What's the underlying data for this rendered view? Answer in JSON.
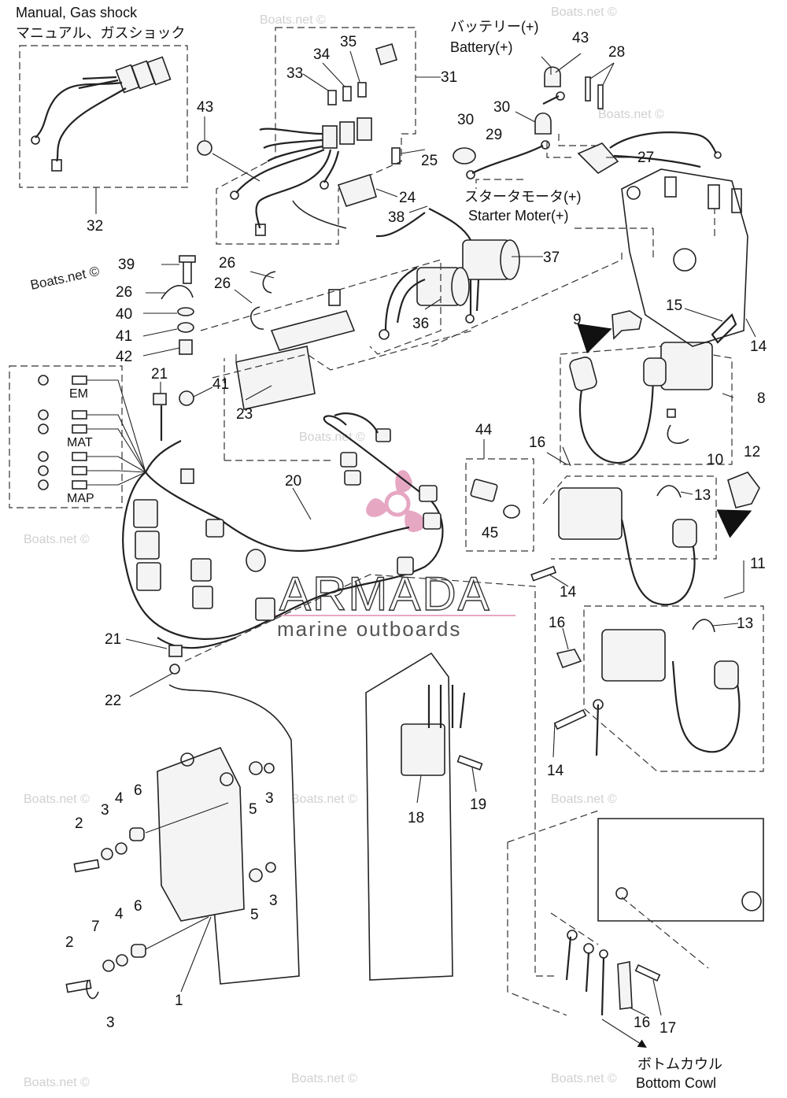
{
  "labels": {
    "manual_en": "Manual, Gas shock",
    "manual_jp": "マニュアル、ガスショック",
    "battery_jp": "バッテリー(+)",
    "battery_en": "Battery(+)",
    "starter_jp": "スタータモータ(+)",
    "starter_en": "Starter Moter(+)",
    "em": "EM",
    "mat": "MAT",
    "map": "MAP",
    "cowl_jp": "ボトムカウル",
    "cowl_en": "Bottom Cowl"
  },
  "brand": {
    "name": "ARMADA",
    "tagline": "marine outboards",
    "color": "#e6a7c3"
  },
  "watermark": "Boats.net ©",
  "part_numbers": [
    "1",
    "2",
    "3",
    "4",
    "5",
    "6",
    "7",
    "8",
    "9",
    "10",
    "11",
    "12",
    "13",
    "14",
    "15",
    "16",
    "17",
    "18",
    "19",
    "20",
    "21",
    "22",
    "23",
    "24",
    "25",
    "26",
    "27",
    "28",
    "29",
    "30",
    "31",
    "32",
    "33",
    "34",
    "35",
    "36",
    "37",
    "38",
    "39",
    "40",
    "41",
    "42",
    "43",
    "44",
    "45"
  ]
}
